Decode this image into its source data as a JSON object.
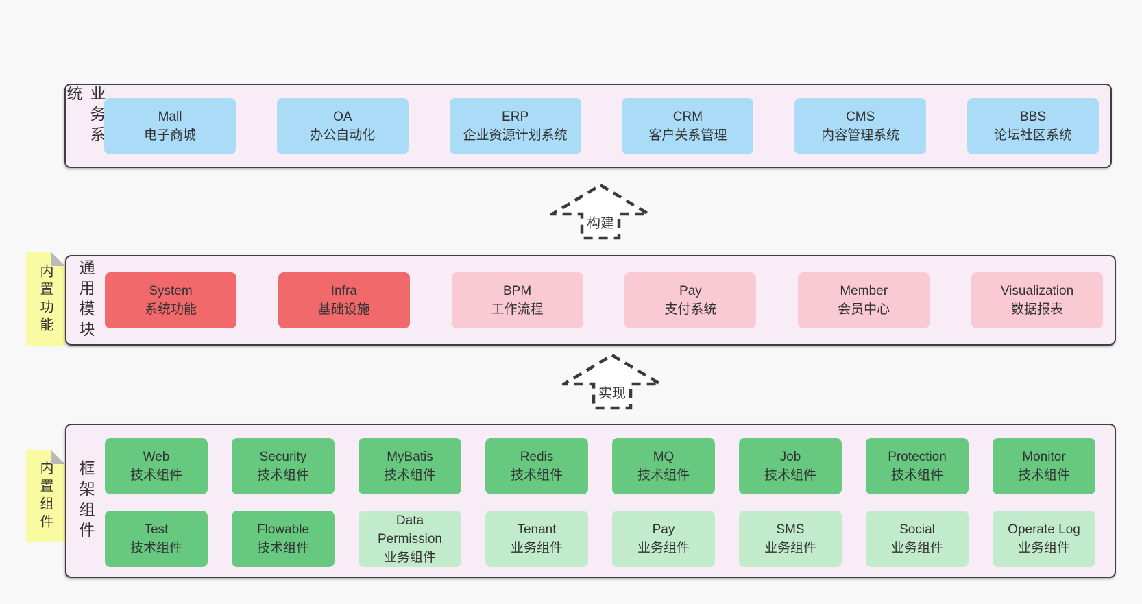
{
  "colors": {
    "background": "#f8f8f8",
    "band_fill": "#f8edf7",
    "band_border": "#3f3f3f",
    "blue_box": "#abdcf7",
    "red_box": "#f2696b",
    "pink_box": "#facad4",
    "green_box": "#67c97f",
    "light_green_box": "#c2ebcb",
    "sticky_yellow": "#fafaa2",
    "text": "#333333"
  },
  "bands": [
    {
      "label": "业务系统",
      "boxes": [
        {
          "en": "Mall",
          "zh": "电子商城"
        },
        {
          "en": "OA",
          "zh": "办公自动化"
        },
        {
          "en": "ERP",
          "zh": "企业资源计划系统"
        },
        {
          "en": "CRM",
          "zh": "客户关系管理"
        },
        {
          "en": "CMS",
          "zh": "内容管理系统"
        },
        {
          "en": "BBS",
          "zh": "论坛社区系统"
        }
      ]
    },
    {
      "label": "通用模块",
      "sticky": "内置功能",
      "boxes": [
        {
          "en": "System",
          "zh": "系统功能"
        },
        {
          "en": "Infra",
          "zh": "基础设施"
        },
        {
          "en": "BPM",
          "zh": "工作流程"
        },
        {
          "en": "Pay",
          "zh": "支付系统"
        },
        {
          "en": "Member",
          "zh": "会员中心"
        },
        {
          "en": "Visualization",
          "zh": "数据报表"
        }
      ]
    },
    {
      "label": "框架组件",
      "sticky": "内置组件",
      "rows": [
        [
          {
            "en": "Web",
            "zh": "技术组件"
          },
          {
            "en": "Security",
            "zh": "技术组件"
          },
          {
            "en": "MyBatis",
            "zh": "技术组件"
          },
          {
            "en": "Redis",
            "zh": "技术组件"
          },
          {
            "en": "MQ",
            "zh": "技术组件"
          },
          {
            "en": "Job",
            "zh": "技术组件"
          },
          {
            "en": "Protection",
            "zh": "技术组件"
          },
          {
            "en": "Monitor",
            "zh": "技术组件"
          }
        ],
        [
          {
            "en": "Test",
            "zh": "技术组件"
          },
          {
            "en": "Flowable",
            "zh": "技术组件"
          },
          {
            "en": "Data Permission",
            "zh": "业务组件"
          },
          {
            "en": "Tenant",
            "zh": "业务组件"
          },
          {
            "en": "Pay",
            "zh": "业务组件"
          },
          {
            "en": "SMS",
            "zh": "业务组件"
          },
          {
            "en": "Social",
            "zh": "业务组件"
          },
          {
            "en": "Operate Log",
            "zh": "业务组件"
          }
        ]
      ]
    }
  ],
  "arrows": [
    {
      "label": "构建"
    },
    {
      "label": "实现"
    }
  ]
}
